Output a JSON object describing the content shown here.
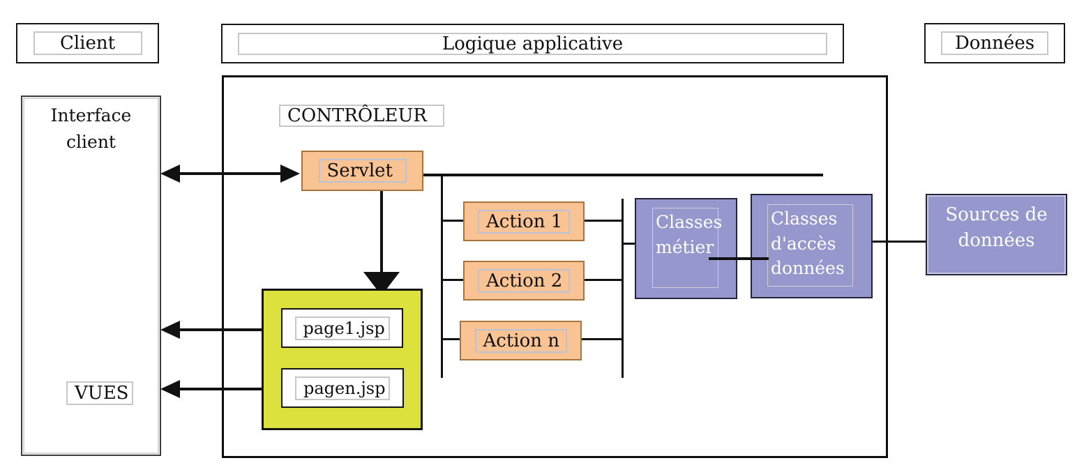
{
  "headers": {
    "client": "Client",
    "logic": "Logique applicative",
    "data": "Données"
  },
  "client_panel": {
    "title": "Interface client",
    "views_label": "VUES"
  },
  "controller": {
    "label": "CONTRÔLEUR",
    "servlet_label": "Servlet",
    "actions": [
      "Action 1",
      "Action 2",
      "Action n"
    ]
  },
  "views_box": {
    "pages": [
      "page1.jsp",
      "pagen.jsp"
    ]
  },
  "model": {
    "business_classes": "Classes métier",
    "data_access_classes": "Classes d'accès données",
    "data_sources": "Sources de données"
  },
  "palette": {
    "action_fill": "#fac394",
    "model_fill": "#9697cc",
    "views_fill": "#dce13e",
    "line_color": "#111111"
  }
}
